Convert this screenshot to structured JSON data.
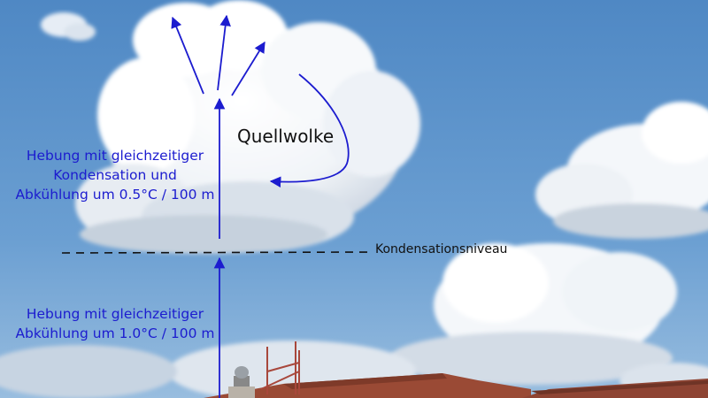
{
  "annotations": {
    "cloud_name": "Quellwolke",
    "condensation_level": "Kondensationsniveau",
    "upper_label": [
      "Hebung mit gleichzeitiger",
      "Kondensation und",
      "Abkühlung um 0.5°C / 100 m"
    ],
    "lower_label": [
      "Hebung mit gleichzeitiger",
      "Abkühlung um 1.0°C / 100 m"
    ]
  },
  "colors": {
    "sky_top": "#4f88c4",
    "sky_bottom": "#8cb6dc",
    "arrow": "#1c1ccf",
    "text_dark": "#111111",
    "roof": "#9a4a35"
  }
}
